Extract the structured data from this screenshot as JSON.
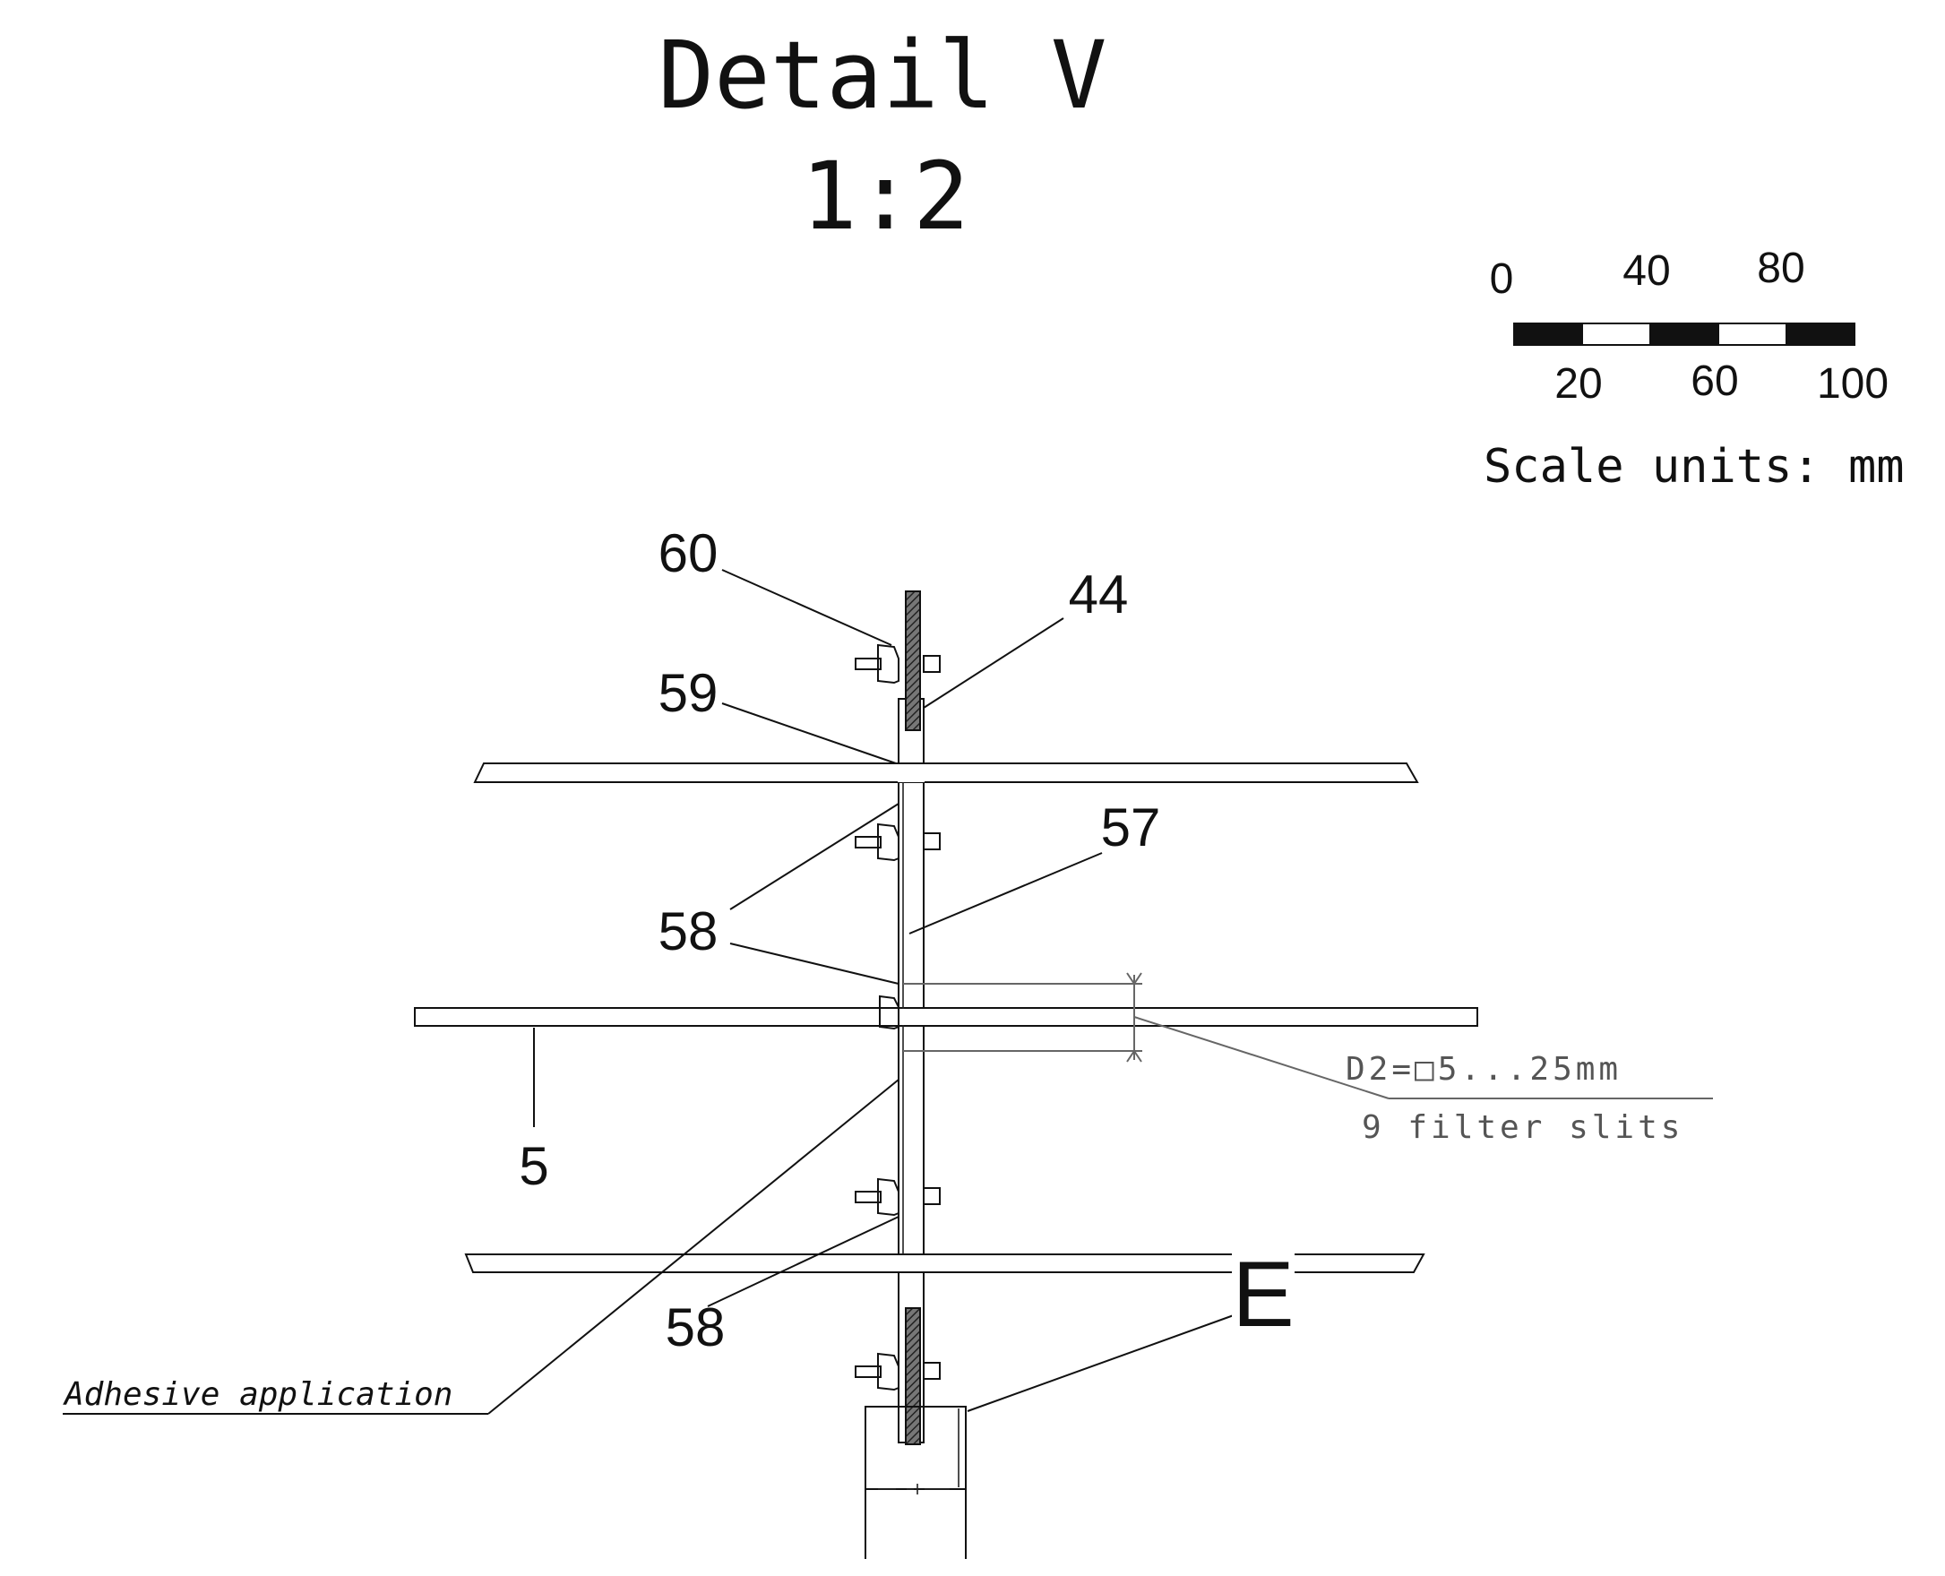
{
  "title": {
    "line1": "Detail V",
    "line2": "1:2"
  },
  "scale_bar": {
    "top_labels": [
      "0",
      "40",
      "80"
    ],
    "bottom_labels": [
      "20",
      "60",
      "100"
    ],
    "units_label": "Scale units: mm",
    "colors": {
      "dark": "#111111",
      "light": "#ffffff"
    }
  },
  "callouts": {
    "c60": "60",
    "c44": "44",
    "c59": "59",
    "c57": "57",
    "c58_upper": "58",
    "c58_lower": "58",
    "c5": "5",
    "cE": "E"
  },
  "dimension_note": {
    "line1": "D2=□5...25mm",
    "line2": "9 filter slits"
  },
  "adhesive_label": "Adhesive application"
}
